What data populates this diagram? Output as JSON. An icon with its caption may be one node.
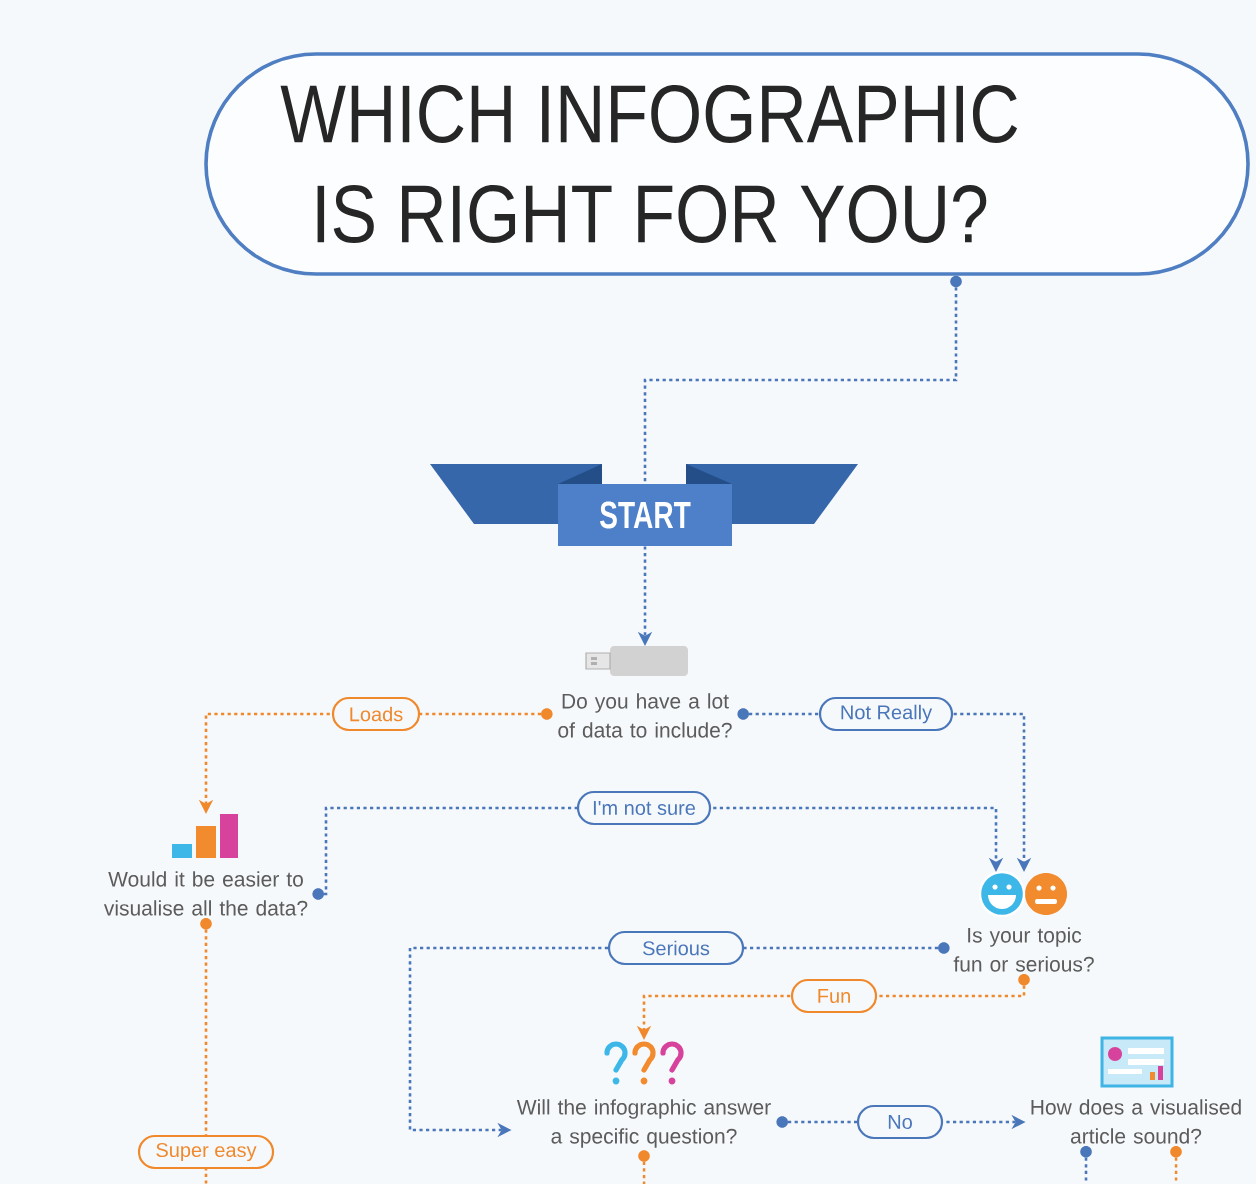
{
  "diagram": {
    "nodes": [
      {
        "text": [
          "WHICH INFOGRAPHIC IS RIGHT FOR YOU?"
        ]
      },
      {
        "text": [
          "START"
        ]
      },
      {
        "text": [
          "Do you have a lot of data to include?"
        ]
      },
      {
        "text": [
          "Would it be easier to visualise all the data?"
        ]
      },
      {
        "text": [
          "Is your topic fun or serious?"
        ]
      },
      {
        "text": [
          "Will the infographic answer a specific question?"
        ]
      },
      {
        "text": [
          "How does a visualised article sound?"
        ]
      }
    ],
    "edges": [
      {
        "from": 0,
        "to": 1,
        "arrow": "none"
      },
      {
        "from": 1,
        "to": 2,
        "arrow": "to"
      },
      {
        "from": 2,
        "to": 3,
        "arrow": "to",
        "label": "Loads",
        "color": "#f0882c"
      },
      {
        "from": 2,
        "to": 4,
        "arrow": "to",
        "label": "Not Really"
      },
      {
        "from": 3,
        "to": 4,
        "arrow": "to",
        "label": "I'm not sure"
      },
      {
        "from": 3,
        "to": null,
        "arrow": "none",
        "label": "Super easy",
        "color": "#f0882c"
      },
      {
        "from": 4,
        "to": 5,
        "arrow": "to",
        "label": "Serious"
      },
      {
        "from": 4,
        "to": 5,
        "arrow": "to",
        "label": "Fun",
        "color": "#f0882c"
      },
      {
        "from": 5,
        "to": 6,
        "arrow": "to",
        "label": "No"
      },
      {
        "from": 5,
        "to": null,
        "arrow": "none",
        "color": "#f0882c"
      },
      {
        "from": 6,
        "to": null,
        "arrow": "none"
      },
      {
        "from": 6,
        "to": null,
        "arrow": "none",
        "color": "#f0882c"
      }
    ]
  }
}
